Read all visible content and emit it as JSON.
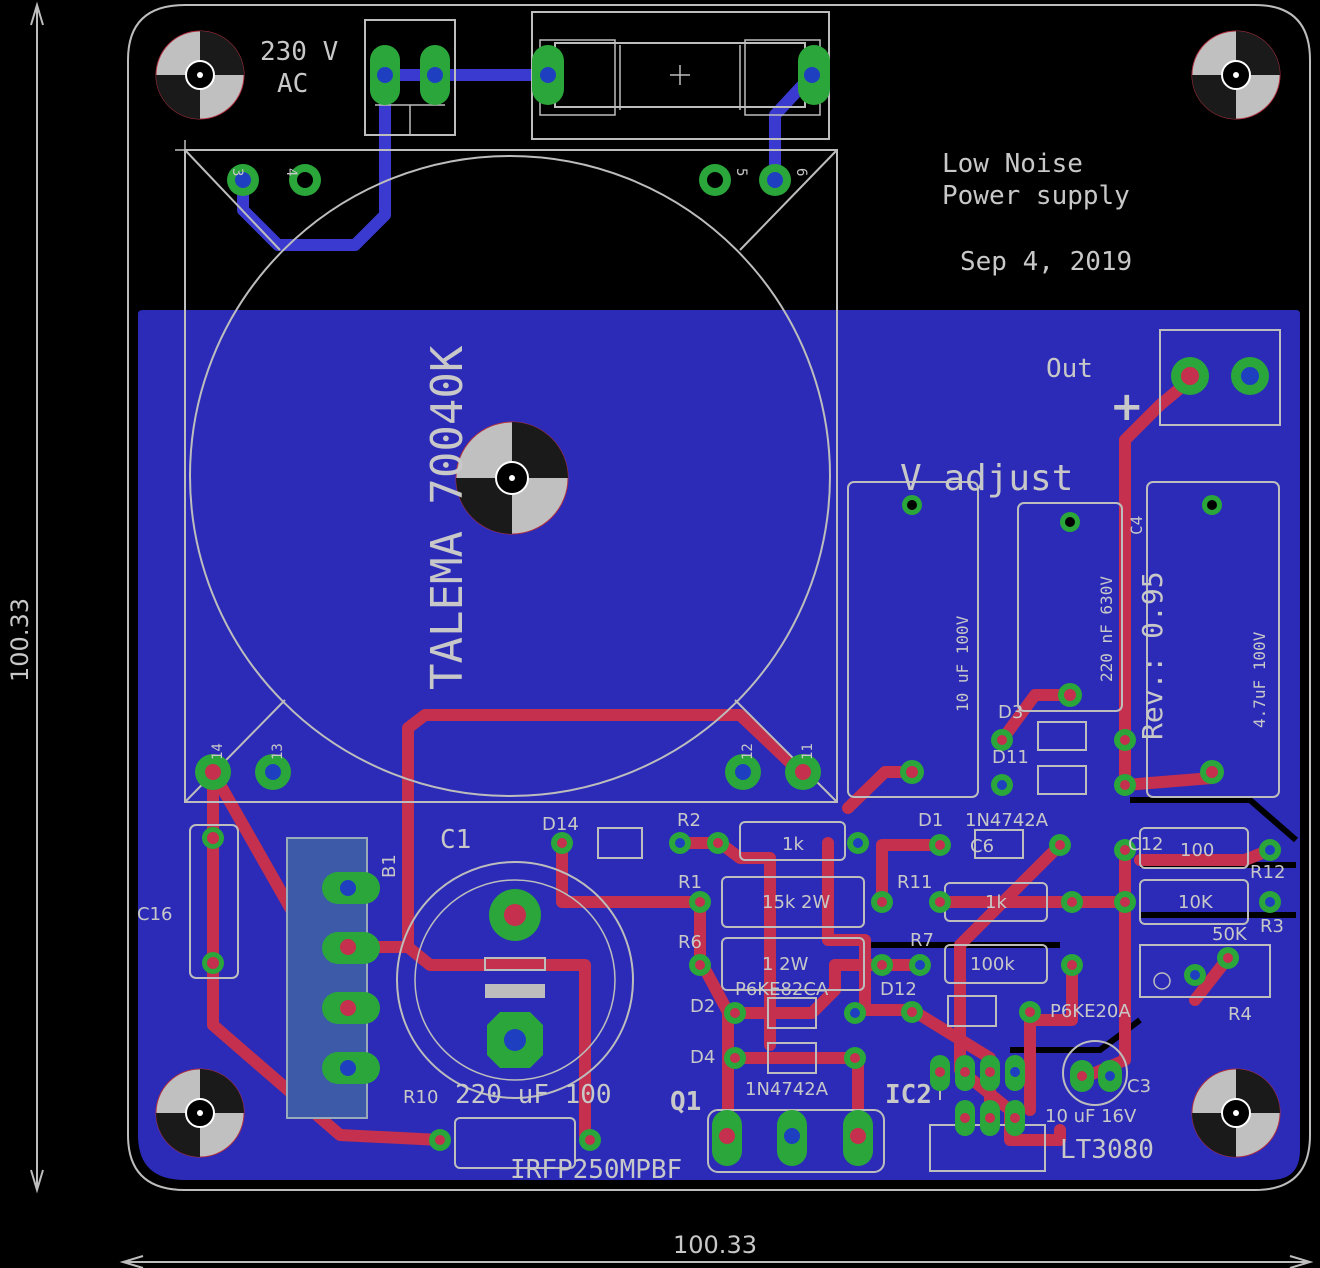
{
  "board": {
    "title_line1": "Low Noise",
    "title_line2": "Power supply",
    "date": "Sep 4, 2019",
    "revision": "Rev.: 0.95",
    "dimension_width": "100.33",
    "dimension_height": "100.33"
  },
  "labels": {
    "mains": "230 V",
    "mains_ac": "AC",
    "transformer": "TALEMA 70040K",
    "out": "Out",
    "plus": "+",
    "v_adjust": "V adjust",
    "c1": "C1",
    "c1_value": "220 uF 100",
    "b1": "B1",
    "c16": "C16",
    "r10": "R10",
    "q1": "Q1",
    "q1_part": "IRFP250MPBF",
    "ic2": "IC2",
    "ic2_part": "LT3080",
    "c3": "C3",
    "c3_value": "10 uF 16V",
    "d14": "D14",
    "r2": "R2",
    "r2_value": "1k",
    "r1": "R1",
    "r1_value": "15k 2W",
    "r6": "R6",
    "r6_value": "1 2W",
    "d2": "D2",
    "d2_part": "P6KE82CA",
    "d4": "D4",
    "d4_part": "1N4742A",
    "d1": "D1",
    "d1_part": "1N4742A",
    "c6": "C6",
    "r11": "R11",
    "r11_value": "1k",
    "r7": "R7",
    "r7_value": "100k",
    "d12": "D12",
    "d12_part": "P6KE20A",
    "c12": "C12",
    "c12_value": "100",
    "r12": "R12",
    "r3": "R3",
    "r3_value": "10K",
    "r4": "R4",
    "r4_value": "50K",
    "d3": "D3",
    "d11": "D11",
    "cap_a_value": "10 uF 100V",
    "cap_b_value": "220 nF 630V",
    "c4": "C4",
    "cap_c_value": "4.7uF 100V",
    "pin3": "3",
    "pin4": "4",
    "pin5": "5",
    "pin6": "6",
    "pin14": "14",
    "pin13": "13",
    "pin12": "12",
    "pin11": "11"
  },
  "colors": {
    "background": "#000000",
    "ground_plane": "#2b2bb8",
    "top_copper": "#c4304d",
    "bottom_copper": "#3a3ad0",
    "pad": "#2aa63a",
    "silkscreen": "#bdbdbd"
  }
}
